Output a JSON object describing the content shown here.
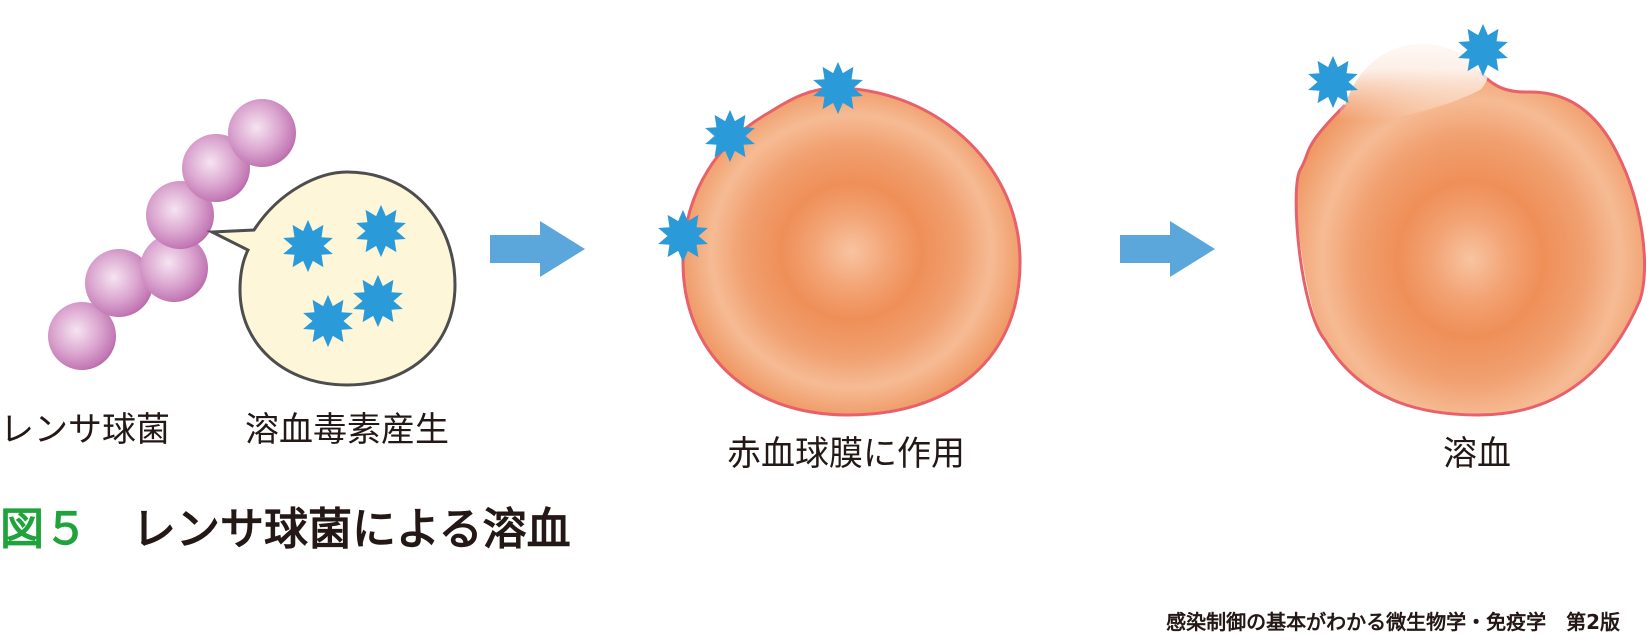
{
  "figure": {
    "number_label": "図５",
    "title": "レンサ球菌による溶血"
  },
  "steps": [
    {
      "label": "レンサ球菌",
      "icon": "streptococcus-chain-icon"
    },
    {
      "label": "溶血毒素産生",
      "icon": "hemolysin-bubble-icon"
    },
    {
      "label": "赤血球膜に作用",
      "icon": "red-blood-cell-icon"
    },
    {
      "label": "溶血",
      "icon": "lysed-red-blood-cell-icon"
    }
  ],
  "arrows": [
    {
      "icon": "arrow-right-icon"
    },
    {
      "icon": "arrow-right-icon"
    }
  ],
  "footer": {
    "book_title": "感染制御の基本がわかる微生物学・免疫学　第2版"
  },
  "colors": {
    "figure_number": "#1fa33a",
    "toxin_star": "#2b9ad8",
    "arrow": "#5ba7dc",
    "bacteria": "#d9a2cc",
    "bubble_fill": "#fdf6d8",
    "bubble_stroke": "#4d4d4d",
    "rbc_fill": "#f0925a",
    "rbc_highlight": "#f8c39f",
    "rbc_outline": "#e8606a",
    "text": "#231815"
  }
}
